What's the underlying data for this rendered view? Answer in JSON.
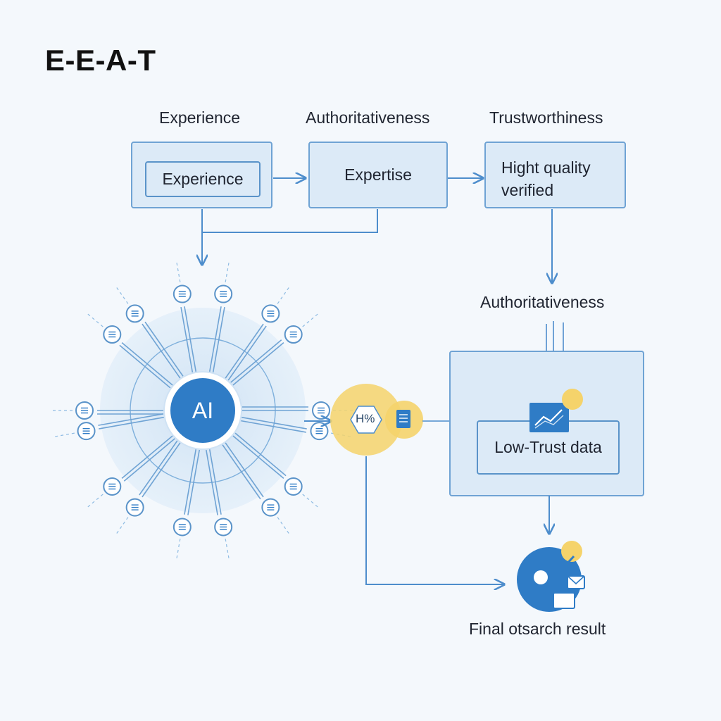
{
  "title": "E-E-A-T",
  "headers": {
    "experience": "Experience",
    "authoritativeness": "Authoritativeness",
    "trustworthiness": "Trustworthiness"
  },
  "boxes": {
    "experience_inner": "Experience",
    "expertise": "Expertise",
    "trust_line1": "Hight quality",
    "trust_line2": "verified"
  },
  "authority_label": "Authoritativeness",
  "ai_hub": {
    "label": "AI"
  },
  "processing_hub": {
    "label": "H%"
  },
  "low_trust": {
    "label": "Low-Trust data"
  },
  "final": {
    "label": "Final otsarch result"
  },
  "colors": {
    "primary": "#2f7cc6",
    "box_fill": "#dceaf7",
    "box_border": "#6fa3d4",
    "accent_yellow": "#f5d36b",
    "background": "#f4f8fc"
  }
}
